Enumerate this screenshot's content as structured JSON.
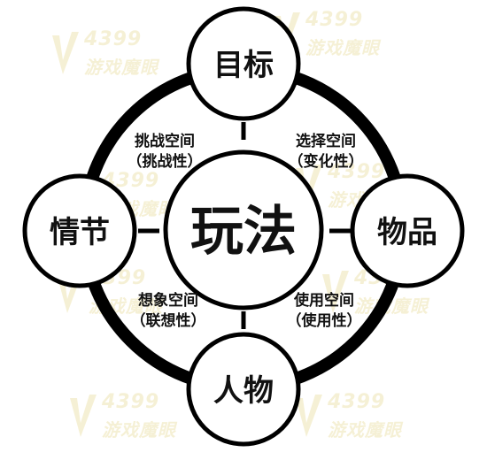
{
  "colors": {
    "ring": "#000000",
    "node_fill": "#ffffff",
    "text": "#111111",
    "watermark": "#c8a800"
  },
  "center": {
    "label": "玩法"
  },
  "nodes": {
    "top": "目标",
    "left": "情节",
    "right": "物品",
    "bottom": "人物"
  },
  "spaces": {
    "top_left": {
      "line1": "挑战空间",
      "line2": "（挑战性）"
    },
    "top_right": {
      "line1": "选择空间",
      "line2": "（变化性）"
    },
    "bottom_left": {
      "line1": "想象空间",
      "line2": "（联想性）"
    },
    "bottom_right": {
      "line1": "使用空间",
      "line2": "（使用性）"
    }
  },
  "watermark": {
    "line1": "4399",
    "line2": "游戏魔眼"
  }
}
